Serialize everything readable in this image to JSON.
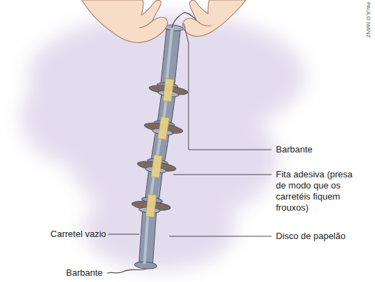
{
  "diagram": {
    "labels": [
      "Barbante",
      "Fita adesiva (presa de modo que os carretéis fiquem frouxos)",
      "Carretel vazio",
      "Disco de papelão",
      "Barbante",
      "PAULO MANZ"
    ]
  }
}
